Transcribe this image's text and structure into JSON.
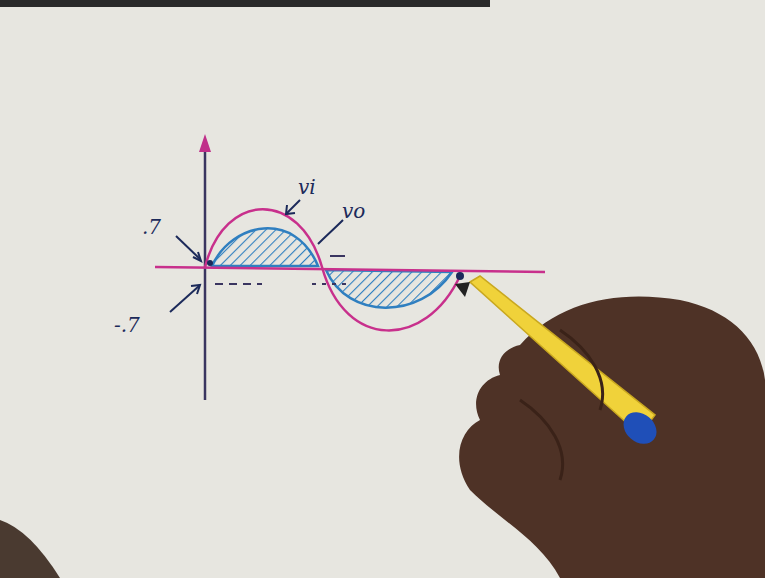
{
  "diagram": {
    "labels": [
      ".7",
      "-.7",
      "vi",
      "vo"
    ]
  }
}
